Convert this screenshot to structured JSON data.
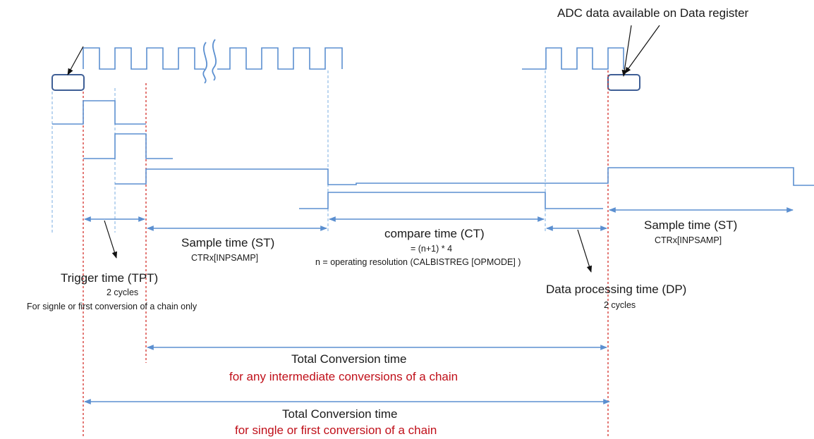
{
  "diagram": {
    "labels": {
      "adc_available": "ADC data available on Data register",
      "sample_st_1": "Sample time (ST)",
      "sample_st_1_reg": "CTRx[INPSAMP]",
      "compare_ct": "compare time (CT)",
      "compare_ct_formula": "= (n+1) * 4",
      "compare_ct_note": "n = operating resolution (CALBISTREG [OPMODE] )",
      "sample_st_2": "Sample time (ST)",
      "sample_st_2_reg": "CTRx[INPSAMP]",
      "trigger_tpt": "Trigger time (TPT)",
      "trigger_cycles": "2 cycles",
      "trigger_note": "For signle or first conversion of a chain only",
      "dp_time": "Data processing time (DP)",
      "dp_cycles": "2 cycles",
      "total_1": "Total Conversion time",
      "total_1_note": "for any intermediate conversions of a chain",
      "total_2": "Total Conversion time",
      "total_2_note": "for single or first conversion of a chain"
    },
    "colors": {
      "signal": "#5b8fd0",
      "guide": "#7aaee0",
      "marker": "#d4312b",
      "note": "#c0101a",
      "box": "#3f5f96"
    }
  }
}
